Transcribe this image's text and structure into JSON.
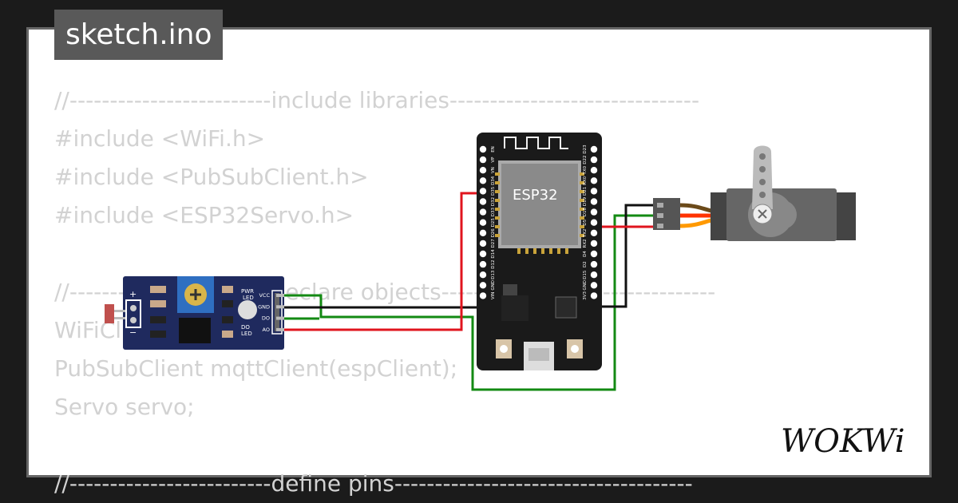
{
  "tab": {
    "title": "sketch.ino"
  },
  "code_lines": [
    "//-------------------------include libraries-------------------------------",
    "#include <WiFi.h>",
    "#include <PubSubClient.h>",
    "#include <ESP32Servo.h>",
    "",
    "//-------------------------declare objects----------------------------------",
    "WiFiClient espClient;",
    "PubSubClient mqttClient(espClient);",
    "Servo servo;",
    "",
    "//-------------------------define pins-------------------------------------"
  ],
  "esp32": {
    "label": "ESP32",
    "left_pins": [
      "EN",
      "VP",
      "VN",
      "D34",
      "D35",
      "D32",
      "D33",
      "D25",
      "D26",
      "D27",
      "D14",
      "D12",
      "D13",
      "GND",
      "VIN"
    ],
    "right_pins": [
      "D23",
      "D22",
      "TX0",
      "RX0",
      "D21",
      "D19",
      "D18",
      "D5",
      "TX2",
      "RX2",
      "D4",
      "D2",
      "D15",
      "GND",
      "3V3"
    ]
  },
  "sensor": {
    "pins": [
      "VCC",
      "GND",
      "DO",
      "AO"
    ],
    "pwr_led_label": "PWR\nLED",
    "do_led_label": "DO\nLED",
    "plus": "+",
    "minus": "−"
  },
  "logo": {
    "text": "WOKWi"
  },
  "colors": {
    "wire_red": "#e0141e",
    "wire_green": "#138a13",
    "wire_black": "#111111",
    "board_black": "#1a1a1a",
    "sensor_blue": "#1f2a5e"
  }
}
